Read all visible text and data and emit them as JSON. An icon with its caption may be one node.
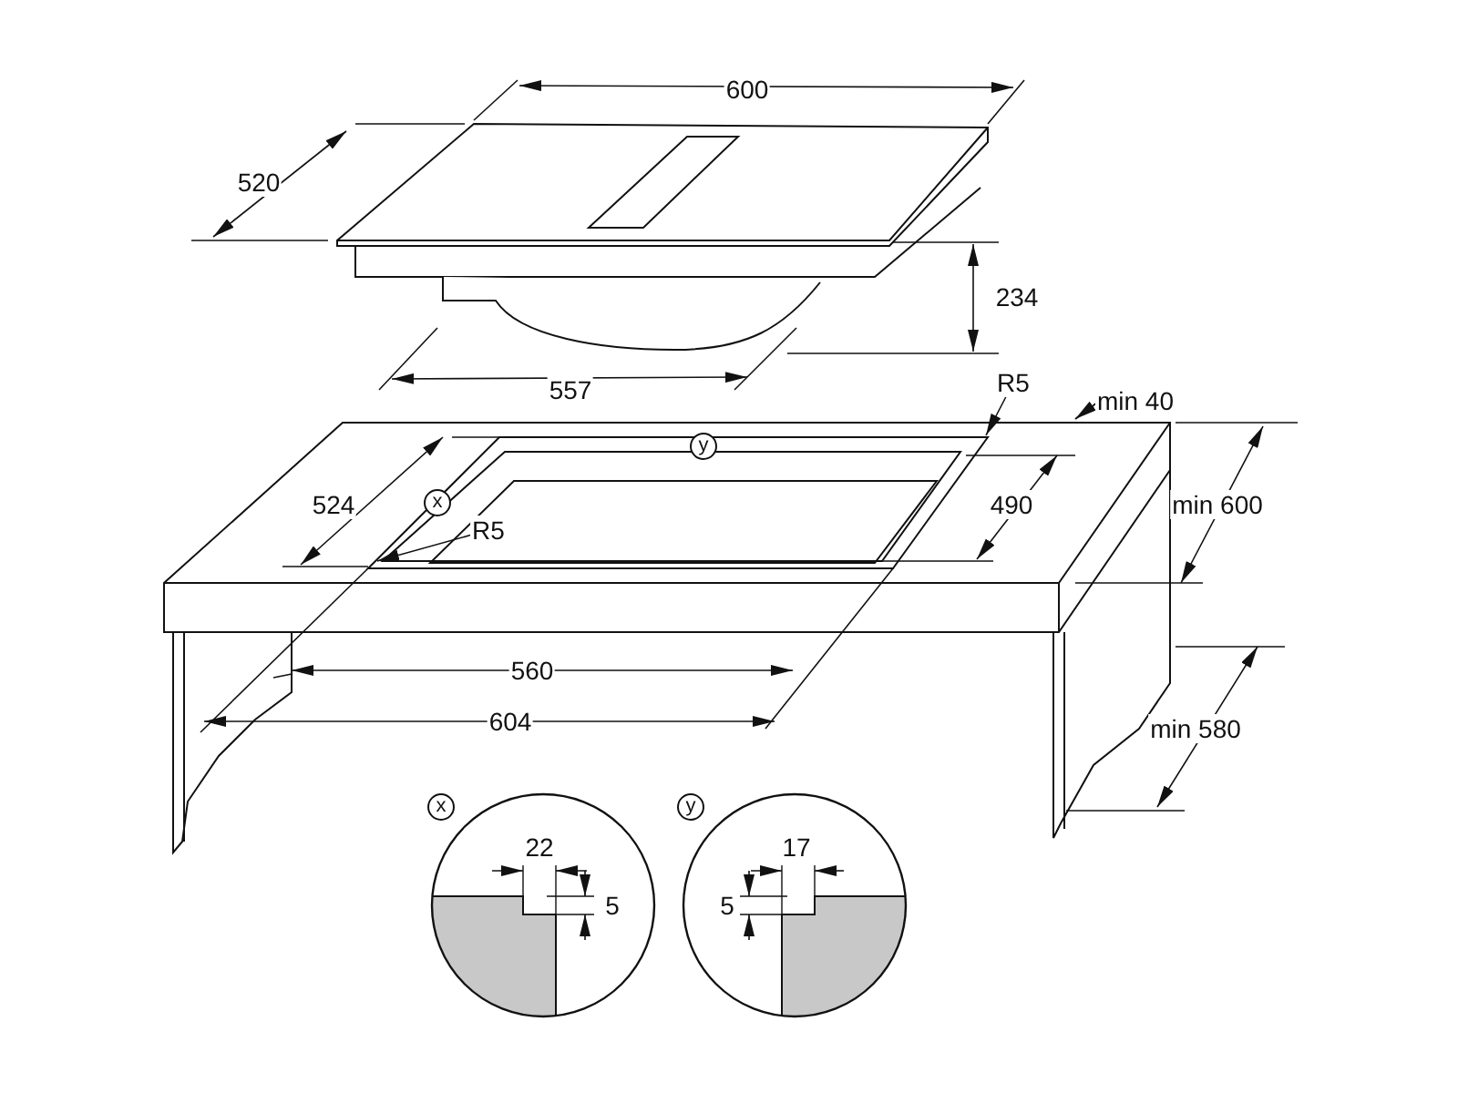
{
  "diagram": {
    "nodes": [
      {
        "text": [
          "R5"
        ]
      },
      {
        "text": [
          "R5"
        ]
      }
    ],
    "edges": [
      {
        "from": 0,
        "to": null,
        "arrow": "to"
      },
      {
        "from": 1,
        "to": null,
        "arrow": "to"
      }
    ],
    "labels": [
      "600",
      "520",
      "234",
      "557",
      "min 40",
      "y",
      "524",
      "x",
      "490",
      "min 600",
      "560",
      "604",
      "min 580",
      "x",
      "y",
      "22",
      "17",
      "5",
      "5"
    ]
  }
}
